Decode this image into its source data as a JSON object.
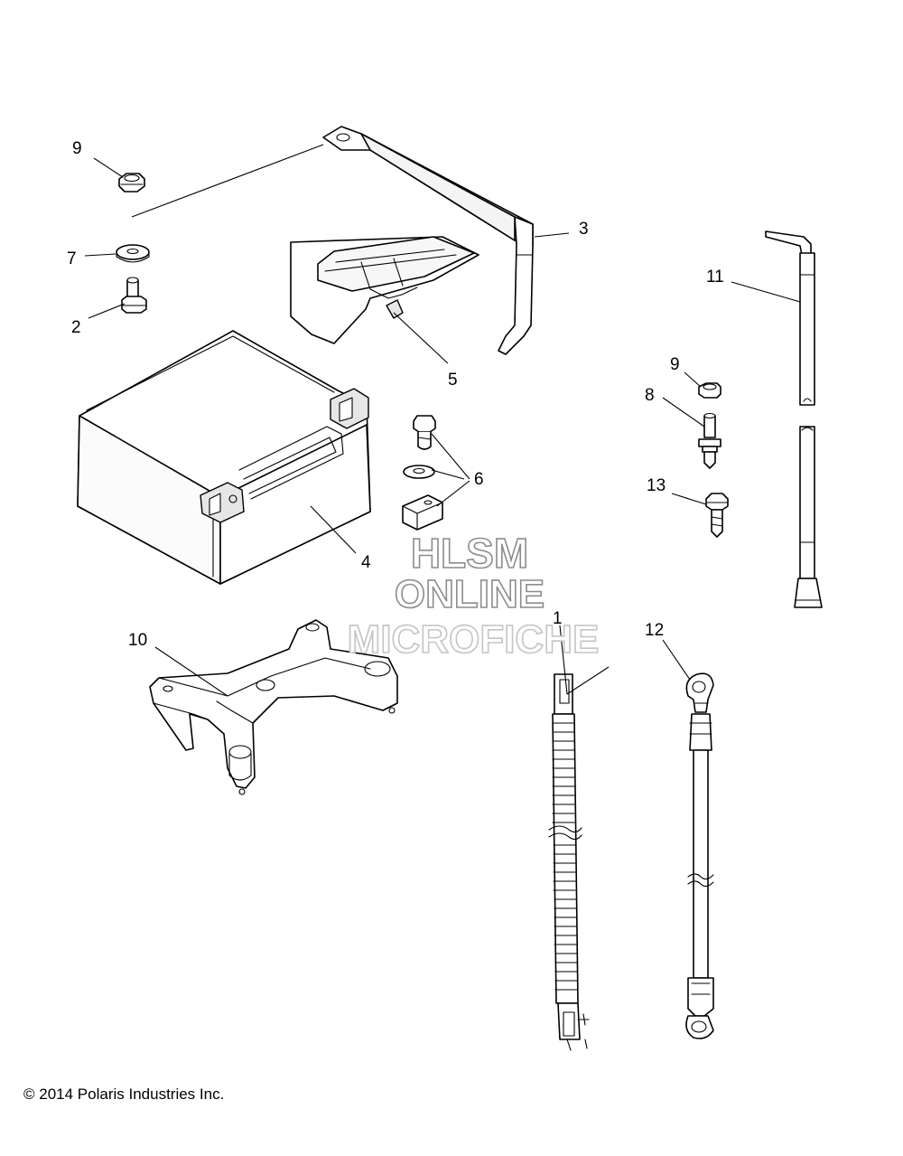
{
  "callouts": {
    "c1": "1",
    "c2": "2",
    "c3": "3",
    "c4": "4",
    "c5": "5",
    "c6": "6",
    "c7": "7",
    "c8": "8",
    "c9a": "9",
    "c9b": "9",
    "c10": "10",
    "c11": "11",
    "c12": "12",
    "c13": "13"
  },
  "watermark": {
    "line1": "HLSM",
    "line2": "ONLINE",
    "line3": "MICROFICHE"
  },
  "footer": {
    "copyright": "© 2014 Polaris Industries Inc."
  },
  "colors": {
    "line": "#000000",
    "background": "#ffffff",
    "watermark_stroke": "#8c8c8c"
  }
}
